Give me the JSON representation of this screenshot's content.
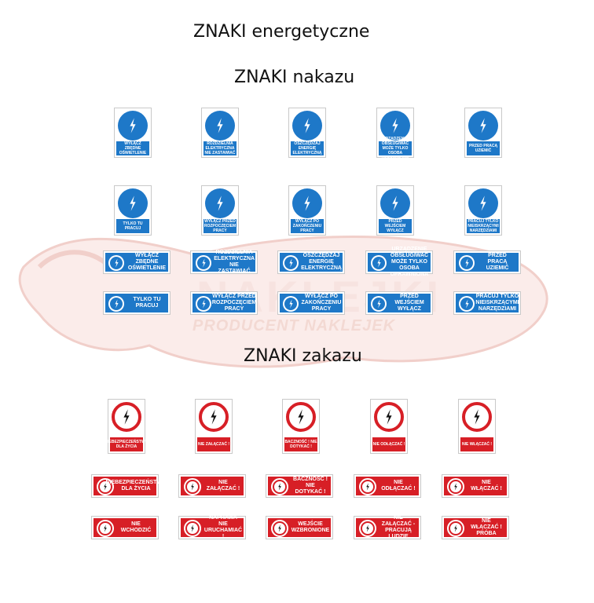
{
  "headings": {
    "main": "ZNAKI energetyczne",
    "nakazu": "ZNAKI nakazu",
    "zakazu": "ZNAKI zakazu"
  },
  "watermark": {
    "logo": "NAKLEJKI",
    "tagline": "PRODUCENT NAKLEJEK"
  },
  "colors": {
    "blue": "#1e78c8",
    "red": "#d71f26"
  },
  "icons": {
    "sign_symbol": "lightning-bolt-icon"
  },
  "nakazu_vertical": [
    [
      "WYŁĄCZ ZBĘDNE OŚWIETLENIE",
      "ROZDZIELNIA ELEKTRYCZNA NIE ZASTAWIAĆ",
      "OSZCZĘDZAJ ENERGIĘ ELEKTRYCZNĄ",
      "URZĄDZENIE OBSŁUGIWAĆ MOŻE TYLKO OSOBA UPRAWNIONA",
      "PRZED PRACĄ UZIEMIĆ"
    ],
    [
      "TYLKO TU PRACUJ",
      "WYŁĄCZ PRZED ROZPOCZĘCIEM PRACY",
      "WYŁĄCZ PO ZAKOŃCZENIU PRACY",
      "PRZED WEJŚCIEM WYŁĄCZ",
      "PRACUJ TYLKO NIEISKRZĄCYMI NARZĘDZIAMI"
    ]
  ],
  "nakazu_horizontal": [
    [
      "WYŁĄCZ ZBĘDNE OŚWIETLENIE",
      "ROZDZIELNIA ELEKTRYCZNA NIE ZASTAWIAĆ",
      "OSZCZĘDZAJ ENERGIĘ ELEKTRYCZNĄ",
      "URZĄDZENIE OBSŁUGIWAĆ MOŻE TYLKO OSOBA UPRAWNIONA",
      "PRZED PRACĄ UZIEMIĆ"
    ],
    [
      "TYLKO TU PRACUJ",
      "WYŁĄCZ PRZED ROZPOCZĘCIEM PRACY",
      "WYŁĄCZ PO ZAKOŃCZENIU PRACY",
      "PRZED WEJŚCIEM WYŁĄCZ",
      "PRACUJ TYLKO NIEISKRZĄCYMI NARZĘDZIAMI"
    ]
  ],
  "zakazu_vertical": [
    "NIEBEZPIECZEŃSTWO DLA ŻYCIA",
    "NIE ZAŁĄCZAĆ !",
    "BACZNOŚĆ ! NIE DOTYKAĆ !",
    "NIE ODŁĄCZAĆ !",
    "NIE WŁĄCZAĆ !"
  ],
  "zakazu_horizontal": [
    [
      "NIEBEZPIECZEŃSTWO DLA ŻYCIA",
      "NIE ZAŁĄCZAĆ !",
      "BACZNOŚĆ ! NIE DOTYKAĆ !",
      "NIE ODŁĄCZAĆ !",
      "NIE WŁĄCZAĆ !"
    ],
    [
      "NIE WCHODZIĆ",
      "NAPRAWA NIE URUCHAMIAĆ !",
      "WEJŚCIE WZBRONIONE",
      "NIE ZAŁĄCZAĆ - PRACUJĄ LUDZIE",
      "NIE WŁĄCZAĆ ! PRÓBA"
    ]
  ]
}
